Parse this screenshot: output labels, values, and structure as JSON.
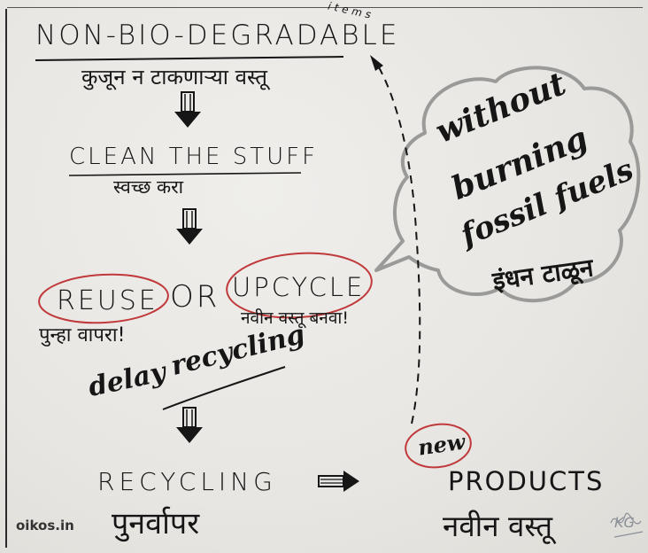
{
  "top_item": {
    "title": "NON-BIO-DEGRADABLE",
    "suffix": "items",
    "marathi": "कुजून न टाकणाऱ्या वस्तू"
  },
  "step_clean": {
    "title": "CLEAN THE STUFF",
    "marathi": "स्वच्छ करा"
  },
  "step_reuse": {
    "reuse_label": "REUSE",
    "or_label": "OR",
    "upcycle_label": "UPCYCLE",
    "reuse_marathi": "पुन्हा वापरा!",
    "upcycle_marathi": "नवीन वस्तू बनवा!"
  },
  "delay_note": {
    "word1": "delay",
    "word2": "recycling"
  },
  "step_recycling": {
    "title": "RECYCLING",
    "marathi": "पुनर्वापर"
  },
  "products": {
    "title": "PRODUCTS",
    "marathi": "नवीन वस्तू",
    "new_badge": "new"
  },
  "cloud": {
    "line1": "without",
    "line2": "burning",
    "line3": "fossil fuels",
    "marathi": "इंधन टाळून"
  },
  "footer": {
    "brand": "oikos.in",
    "signature": "KG"
  },
  "colors": {
    "ink": "#161616",
    "circle_red": "#c0393b",
    "cloud_grey": "#9a9a98",
    "paper": "#eceae6"
  }
}
